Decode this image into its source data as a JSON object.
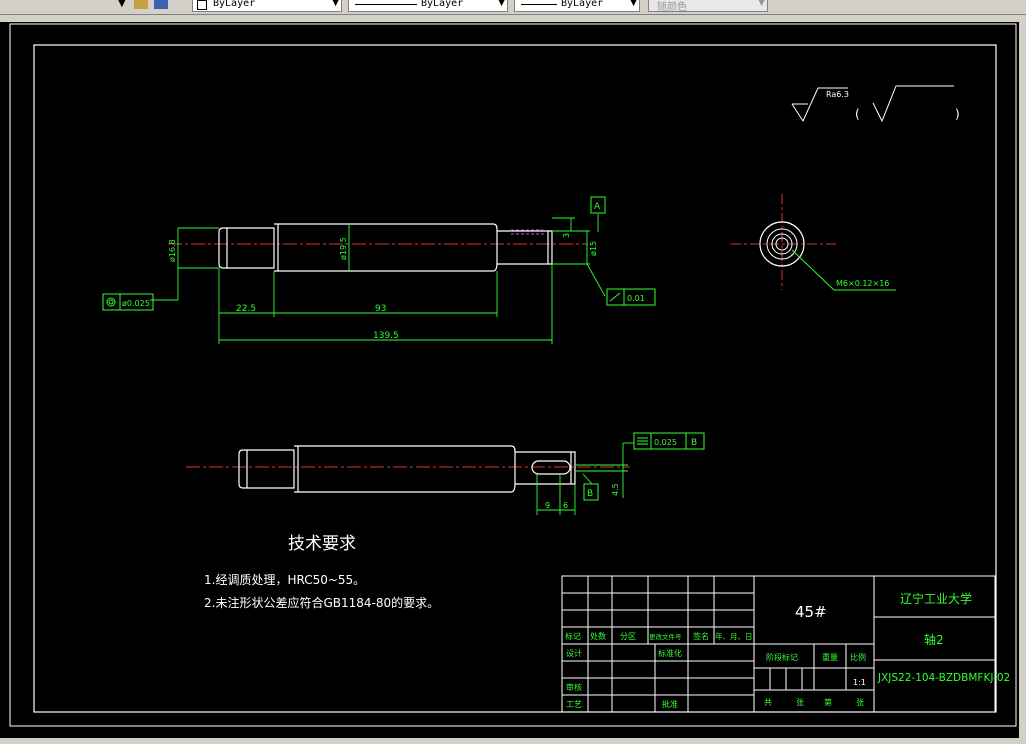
{
  "toolbar": {
    "color_combo": "ByLayer",
    "linetype_combo": "ByLayer",
    "lineweight_combo": "ByLayer",
    "plotstyle_combo": "随颜色"
  },
  "drawing": {
    "roughness_label": "Ra6.3",
    "dims": {
      "d_left": "ø16.8",
      "d_mid": "ø19.5",
      "d_right": "ø15",
      "depth": "3",
      "len_225": "22.5",
      "len_93": "93",
      "len_1395": "139.5",
      "keyway_9": "9",
      "keyway_6": "6",
      "keyway_depth": "4.5"
    },
    "tolerances": {
      "concentric": "ø0.025",
      "runout": "0.01",
      "symmetry": "0.025",
      "datum_a": "A",
      "datum_b": "B"
    },
    "thread_note": "M6×0.12×16",
    "tech_title": "技术要求",
    "tech_items": [
      "1.经调质处理，HRC50~55。",
      "2.未注形状公差应符合GB1184-80的要求。"
    ]
  },
  "title_block": {
    "material": "45#",
    "university": "辽宁工业大学",
    "part_name": "轴2",
    "drawing_no": "JXJS22-104-BZDBMFKJ-02",
    "scale": "1:1",
    "labels": {
      "biaoji": "标记",
      "chushu": "处数",
      "fenqu": "分区",
      "gengwen": "更改文件号",
      "qianming": "签名",
      "riqi": "年、月、日",
      "sheji": "设计",
      "biaozhunhua": "标准化",
      "jieduan": "阶段标记",
      "zhongliang": "重量",
      "bili": "比例",
      "shenhe": "审核",
      "gongyi": "工艺",
      "pizhun": "批准",
      "gong": "共",
      "zhang1": "张",
      "di": "第",
      "zhang2": "张"
    }
  }
}
